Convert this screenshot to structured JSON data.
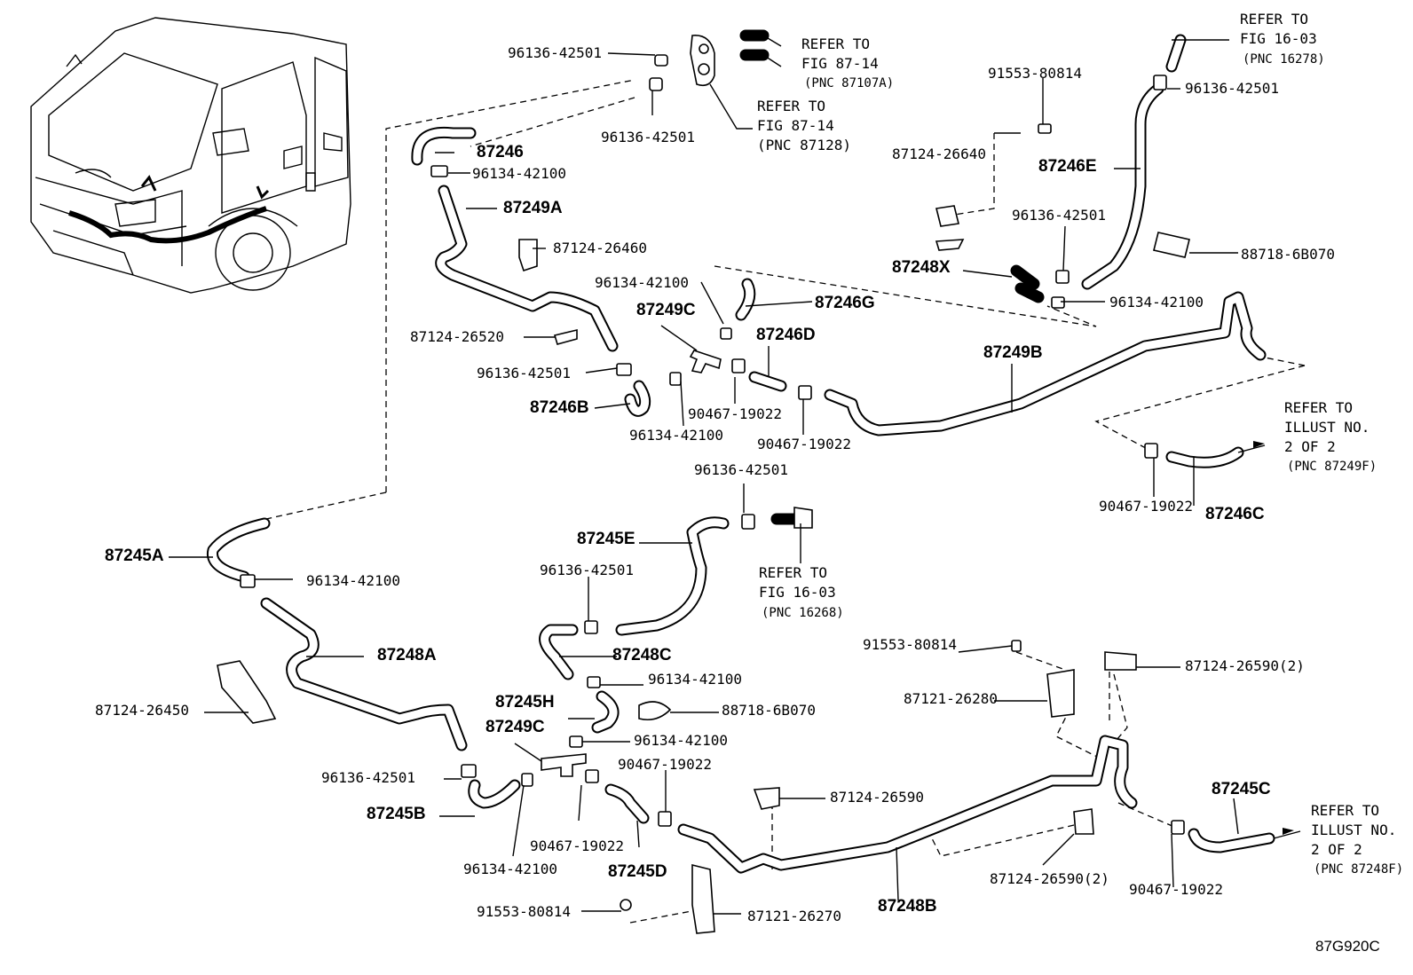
{
  "diagram_code": "87G920C",
  "labels": {
    "l01": "96136-42501",
    "l02": "REFER TO",
    "l03": "FIG 87-14",
    "l04": "(PNC 87107A)",
    "l05": "REFER TO",
    "l06": "FIG 87-14",
    "l07": "(PNC 87128)",
    "l08": "96136-42501",
    "l09": "87246",
    "l10": "96134-42100",
    "l11": "87249A",
    "l12": "87124-26460",
    "l13": "REFER TO",
    "l14": "FIG 16-03",
    "l15": "(PNC 16278)",
    "l16": "91553-80814",
    "l17": "96136-42501",
    "l18": "87124-26640",
    "l19": "87246E",
    "l20": "96136-42501",
    "l21": "88718-6B070",
    "l22": "87248X",
    "l23": "96134-42100",
    "l24": "96134-42100",
    "l25": "87246G",
    "l26": "87249C",
    "l27": "87246D",
    "l28": "87124-26520",
    "l29": "87249B",
    "l30": "96136-42501",
    "l31": "87246B",
    "l32": "90467-19022",
    "l33": "96134-42100",
    "l34": "90467-19022",
    "l35": "REFER TO",
    "l36": "ILLUST NO.",
    "l37": "2 OF 2",
    "l38": "(PNC 87249F)",
    "l39": "96136-42501",
    "l40": "90467-19022",
    "l41": "87246C",
    "l42": "87245E",
    "l43": "REFER TO",
    "l44": "FIG 16-03",
    "l45": "(PNC 16268)",
    "l46": "87245A",
    "l47": "96134-42100",
    "l48": "96136-42501",
    "l49": "87248A",
    "l50": "87248C",
    "l51": "91553-80814",
    "l52": "87124-26590(2)",
    "l53": "96134-42100",
    "l54": "87121-26280",
    "l55": "87245H",
    "l56": "88718-6B070",
    "l57": "87124-26450",
    "l58": "87249C",
    "l59": "96134-42100",
    "l60": "90467-19022",
    "l61": "96136-42501",
    "l62": "87124-26590",
    "l63": "87245C",
    "l64": "87245B",
    "l65": "REFER TO",
    "l66": "ILLUST NO.",
    "l67": "2 OF 2",
    "l68": "(PNC 87248F)",
    "l69": "90467-19022",
    "l70": "87124-26590(2)",
    "l71": "96134-42100",
    "l72": "87245D",
    "l73": "90467-19022",
    "l74": "91553-80814",
    "l75": "87121-26270",
    "l76": "87248B"
  }
}
